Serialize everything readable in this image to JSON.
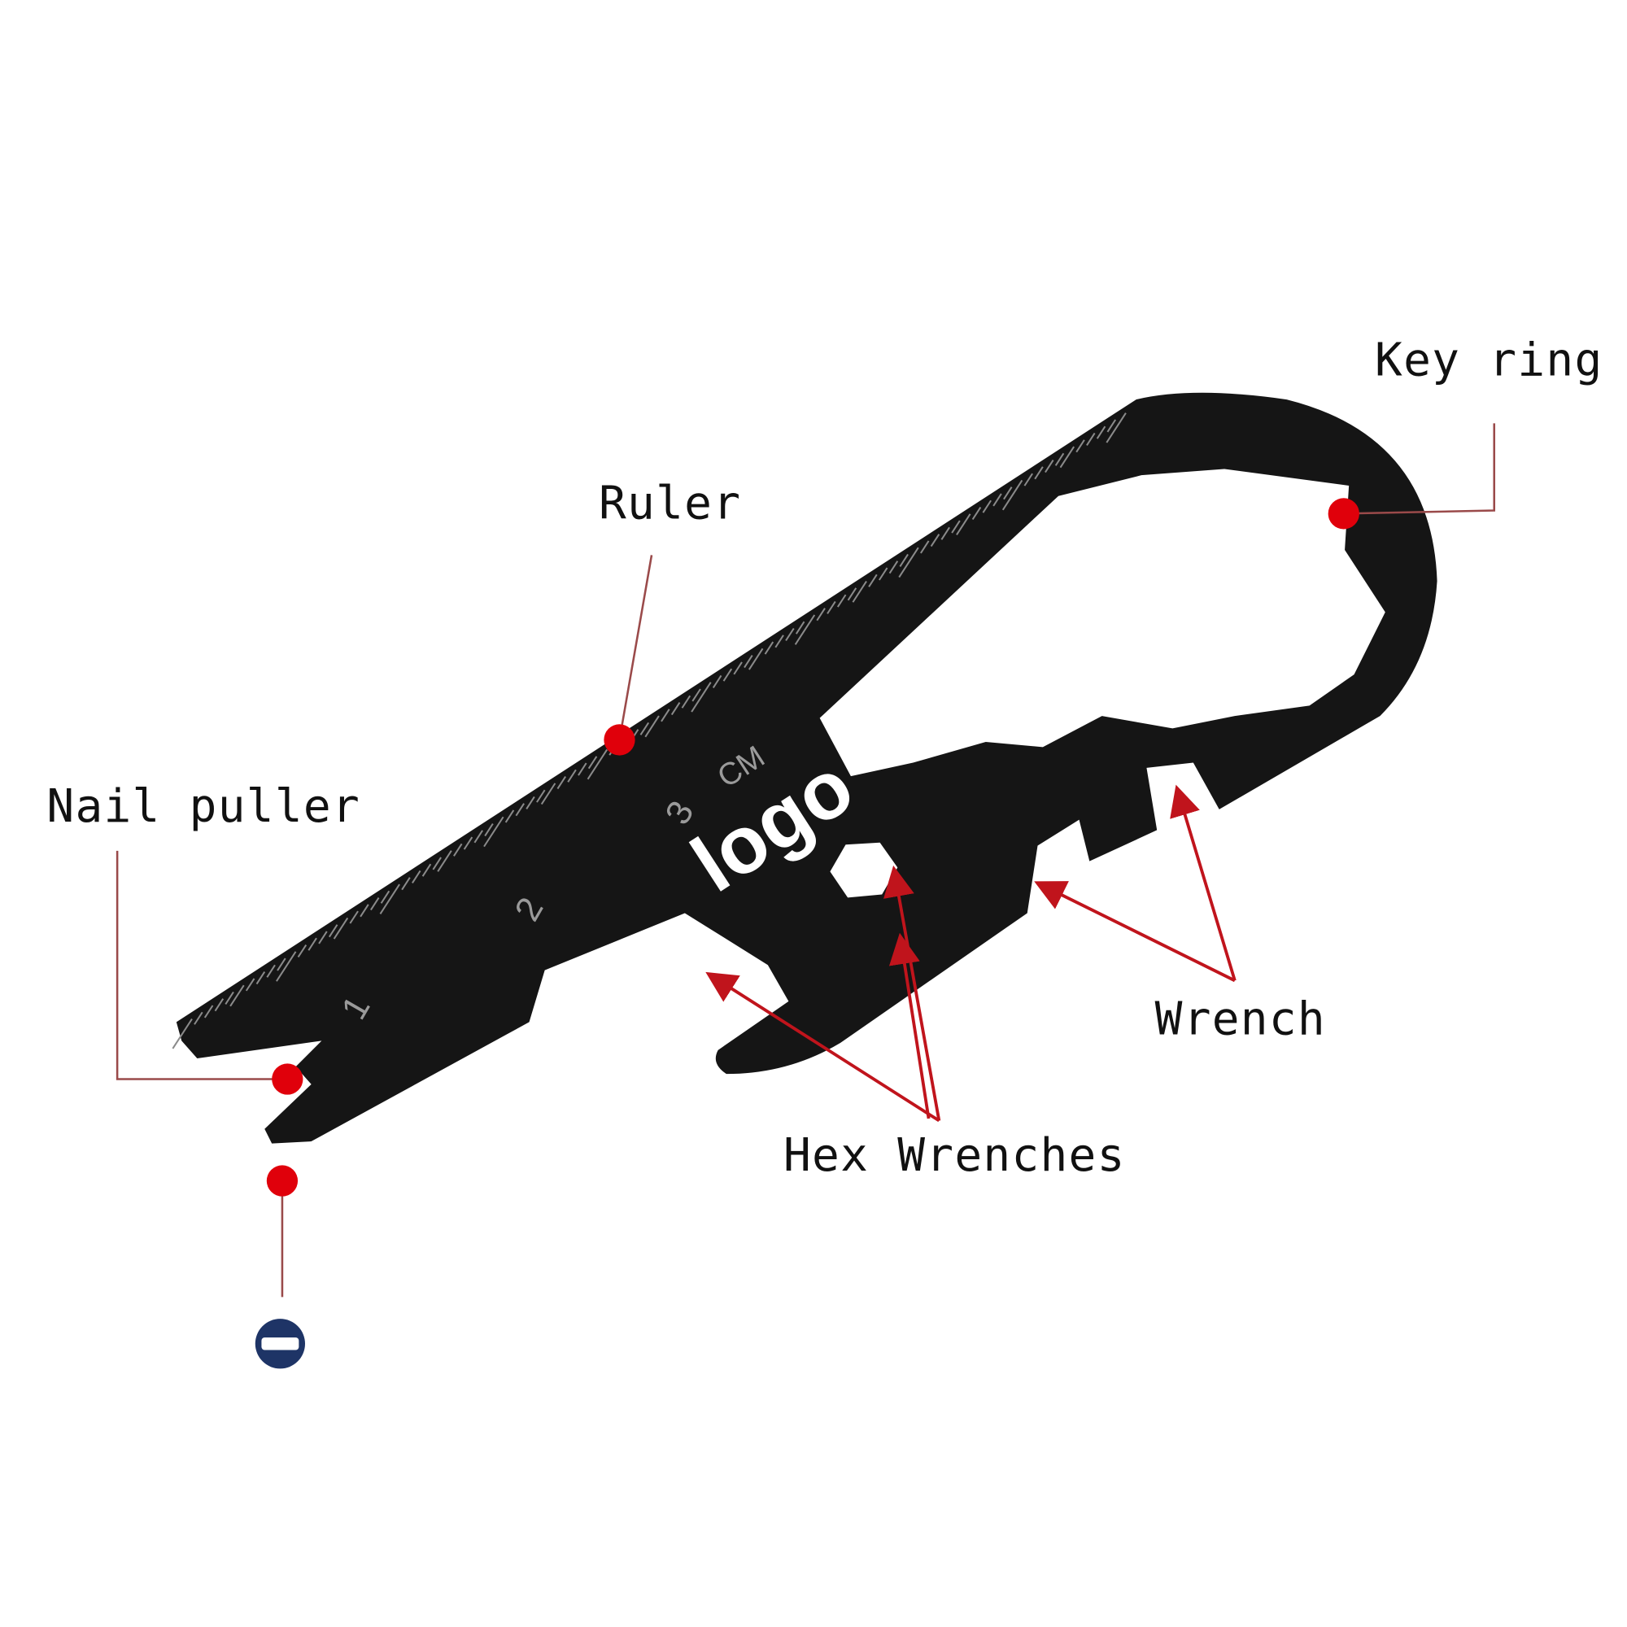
{
  "labels": {
    "key_ring": "Key ring",
    "ruler": "Ruler",
    "nail_puller": "Nail puller",
    "wrench": "Wrench",
    "hex_wrenches": "Hex Wrenches"
  },
  "tool_markings": {
    "n1": "1",
    "n2": "2",
    "n3": "3",
    "unit": "CM",
    "logo": "logo"
  },
  "icons": {
    "screwdriver": "flat-screwdriver-icon"
  },
  "colors": {
    "tool": "#151515",
    "marker": "#e0000b",
    "leader": "#9a4a4a",
    "arrow": "#c0141c",
    "icon": "#1e3466"
  }
}
